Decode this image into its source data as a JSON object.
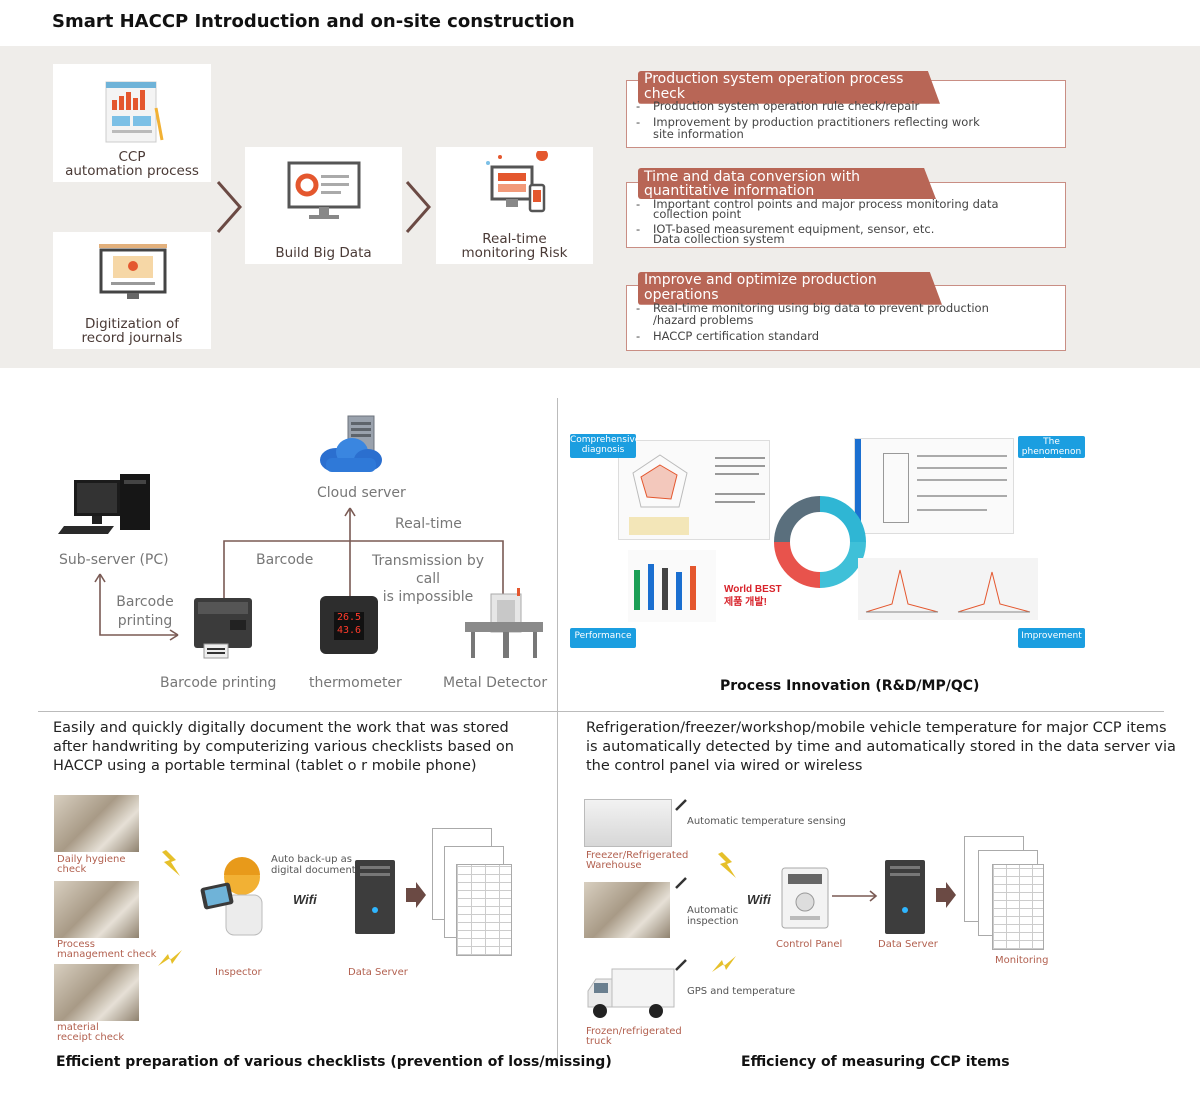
{
  "title": "Smart HACCP Introduction and on-site construction",
  "top": {
    "cards": {
      "ccp": "CCP\nautomation process",
      "journals": "Digitization of\nrecord journals",
      "bigdata": "Build Big Data",
      "realtime": "Real-time\nmonitoring Risk"
    },
    "boxes": [
      {
        "header": "Production system operation process check",
        "items": [
          "Production system operation rule check/repair",
          "Improvement by production practitioners reflecting work\nsite information"
        ]
      },
      {
        "header": "Time and data conversion with\nquantitative information",
        "items": [
          "Important control points and major process monitoring data\ncollection point",
          "IOT-based measurement equipment, sensor, etc.\nData collection system"
        ]
      },
      {
        "header": "Improve and optimize production operations",
        "items": [
          "Real-time monitoring using big data to prevent production\n/hazard problems",
          "HACCP certification standard"
        ]
      }
    ],
    "bullet": "-"
  },
  "network": {
    "cloud_server": "Cloud server",
    "real_time": "Real-time",
    "sub_server": "Sub-server (PC)",
    "barcode": "Barcode",
    "transmission": "Transmission by call\nis impossible",
    "barcode_printing_arrow": "Barcode\nprinting",
    "barcode_printing": "Barcode printing",
    "thermometer": "thermometer",
    "metal_detector": "Metal Detector",
    "thermo_display": "26.5\n43.6"
  },
  "innovation": {
    "caption": "Process Innovation (R&D/MP/QC)",
    "comprehensive": "Comprehensive\ndiagnosis",
    "phenomenon": "The phenomenon\ncheck",
    "performance": "Performance",
    "improvement": "Improvement",
    "world_best": "World BEST\n제품 개발!"
  },
  "left_para": "Easily and quickly digitally document the work that was stored\nafter handwriting by computerizing various checklists based on\nHACCP using a portable terminal (tablet o r mobile phone)",
  "right_para": "Refrigeration/freezer/workshop/mobile vehicle temperature for major CCP items\nis automatically detected by time and automatically stored in the data server via\nthe control panel via wired or wireless",
  "checklist": {
    "daily": "Daily hygiene\ncheck",
    "process": "Process\nmanagement check",
    "material": "material\nreceipt check",
    "inspector": "Inspector",
    "auto_backup": "Auto back-up as\ndigital document",
    "wifi": "Wifi",
    "data_server": "Data  Server",
    "caption": "Efficient preparation of various checklists (prevention of loss/missing)"
  },
  "ccp": {
    "freezer": "Freezer/Refrigerated\nWarehouse",
    "truck": "Frozen/refrigerated\ntruck",
    "auto_temp": "Automatic temperature sensing",
    "auto_insp": "Automatic\ninspection",
    "gps": "GPS and temperature",
    "wifi": "Wifi",
    "control_panel": "Control Panel",
    "data_server": "Data  Server",
    "monitoring": "Monitoring",
    "caption": "Efficiency of measuring CCP items"
  }
}
